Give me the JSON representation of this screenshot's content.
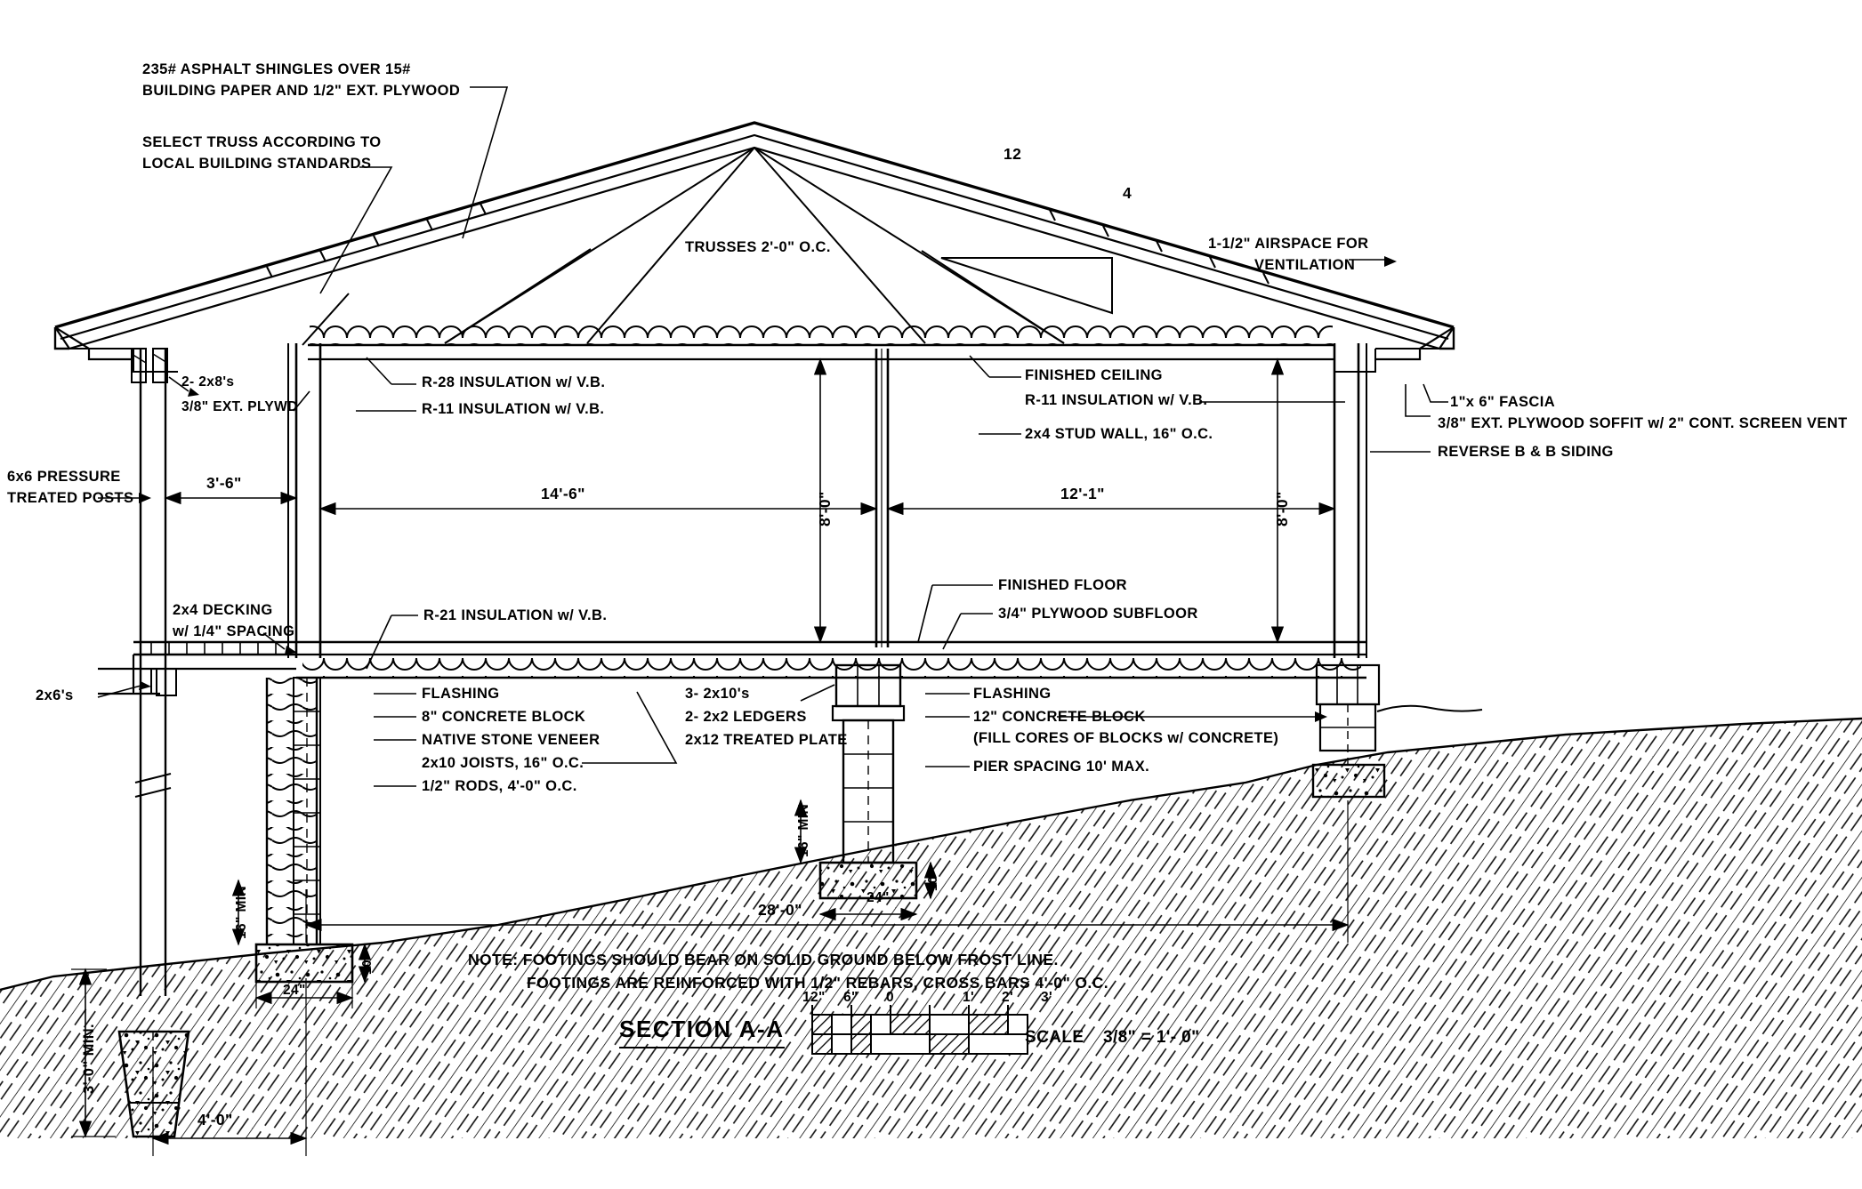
{
  "drawing": {
    "title": "SECTION A-A",
    "scale_label": "SCALE",
    "scale_value": "3/8\" = 1'- 0\"",
    "scale_bar_ticks": [
      "12\"",
      "6\"",
      "0",
      "1'",
      "2'",
      "3'"
    ],
    "note_line1": "NOTE: FOOTINGS SHOULD BEAR ON SOLID GROUND BELOW FROST LINE.",
    "note_line2": "FOOTINGS ARE REINFORCED WITH  1/2\" REBARS, CROSS BARS 4'-0\" O.C."
  },
  "roof": {
    "shingles_line1": "235# ASPHALT SHINGLES OVER  15#",
    "shingles_line2": "BUILDING PAPER AND 1/2\" EXT. PLYWOOD",
    "truss_note_line1": "SELECT TRUSS ACCORDING TO",
    "truss_note_line2": "LOCAL BUILDING STANDARDS",
    "trusses_spacing": "TRUSSES 2'-0\" O.C.",
    "pitch_run": "12",
    "pitch_rise": "4",
    "airspace_line1": "1-1/2\" AIRSPACE FOR",
    "airspace_line2": "VENTILATION"
  },
  "left_annotations": {
    "beams": "2- 2x8's",
    "plywd": "3/8\" EXT. PLYWD",
    "posts_line1": "6x6 PRESSURE",
    "posts_line2": "TREATED POSTS",
    "decking_line1": "2x4 DECKING",
    "decking_line2": "w/ 1/4\" SPACING",
    "joists_2x6": "2x6's"
  },
  "interior_annotations": {
    "r28": "R-28 INSULATION w/ V.B.",
    "r11_roof": "R-11 INSULATION w/ V.B.",
    "r21": "R-21 INSULATION w/ V.B.",
    "finished_ceiling": "FINISHED CEILING",
    "r11_ceiling": "R-11 INSULATION w/ V.B.",
    "stud_wall": "2x4 STUD WALL, 16\" O.C.",
    "finished_floor": "FINISHED FLOOR",
    "subfloor": "3/4\" PLYWOOD SUBFLOOR"
  },
  "right_annotations": {
    "fascia": "1\"x 6\" FASCIA",
    "soffit": "3/8\" EXT. PLYWOOD SOFFIT w/ 2\" CONT. SCREEN VENT",
    "siding": "REVERSE B & B SIDING"
  },
  "foundation_left": {
    "flashing": "FLASHING",
    "block": "8\" CONCRETE BLOCK",
    "veneer": "NATIVE STONE VENEER",
    "joists": "2x10 JOISTS, 16\" O.C.",
    "rods": "1/2\" RODS, 4'-0\" O.C."
  },
  "foundation_center": {
    "beam": "3- 2x10's",
    "ledgers": "2- 2x2 LEDGERS",
    "plate": "2x12 TREATED PLATE"
  },
  "foundation_right": {
    "flashing": "FLASHING",
    "block": "12\" CONCRETE BLOCK",
    "fill_cores": "(FILL CORES OF BLOCKS w/ CONCRETE)",
    "pier_spacing": "PIER SPACING 10' MAX."
  },
  "dimensions": {
    "deck_width": "3'-6\"",
    "bay_left": "14'-6\"",
    "bay_right": "12'-1\"",
    "wall_height_left": "8'-0\"",
    "wall_height_right": "8'-0\"",
    "overall": "28'-0\"",
    "footing_depth_left": "3'-0\" MIN.",
    "post_offset": "4'-0\"",
    "pier_depth_center": "16\" MIN",
    "pier_depth_right": "16\" MIN",
    "footing_width_center": "24\"",
    "footing_width_left": "24\"",
    "footing_thickness_center": "10\"",
    "footing_thickness_left": "10\""
  }
}
